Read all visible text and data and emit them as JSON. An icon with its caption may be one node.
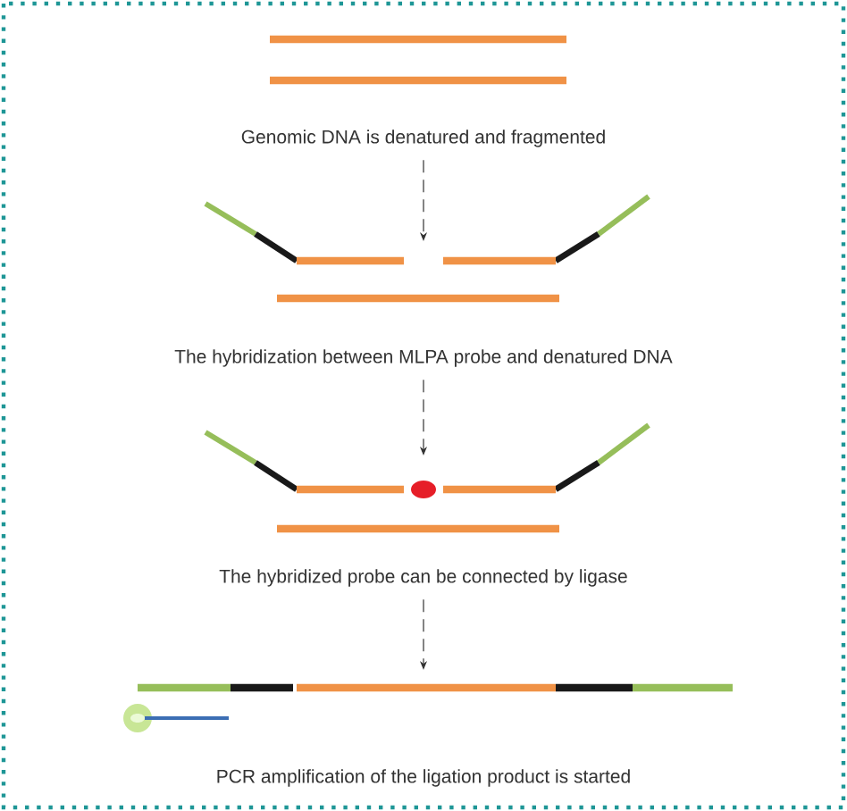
{
  "diagram": {
    "nodes": [
      {
        "text": [
          "Genomic DNA is denatured and fragmented"
        ]
      },
      {
        "text": [
          "The hybridization between MLPA probe and denatured DNA"
        ]
      },
      {
        "text": [
          "The hybridized probe can be connected by ligase"
        ]
      },
      {
        "text": [
          "PCR amplification of the ligation product is started"
        ]
      }
    ],
    "edges": [
      {
        "from": 0,
        "to": 1,
        "arrow": "to",
        "style": "dashed"
      },
      {
        "from": 1,
        "to": 2,
        "arrow": "to",
        "style": "dashed"
      },
      {
        "from": 2,
        "to": 3,
        "arrow": "to",
        "style": "dashed"
      }
    ]
  }
}
